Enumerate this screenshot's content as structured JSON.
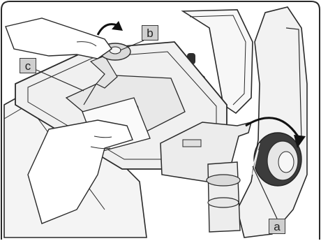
{
  "callouts": {
    "a": "a",
    "b": "b",
    "c": "c"
  },
  "colors": {
    "frame": "#2a2a2a",
    "stage_body": "#efefef",
    "stage_dark": "#3c3c3c",
    "callout_fill": "#cfcfcf",
    "arrow": "#111111"
  }
}
